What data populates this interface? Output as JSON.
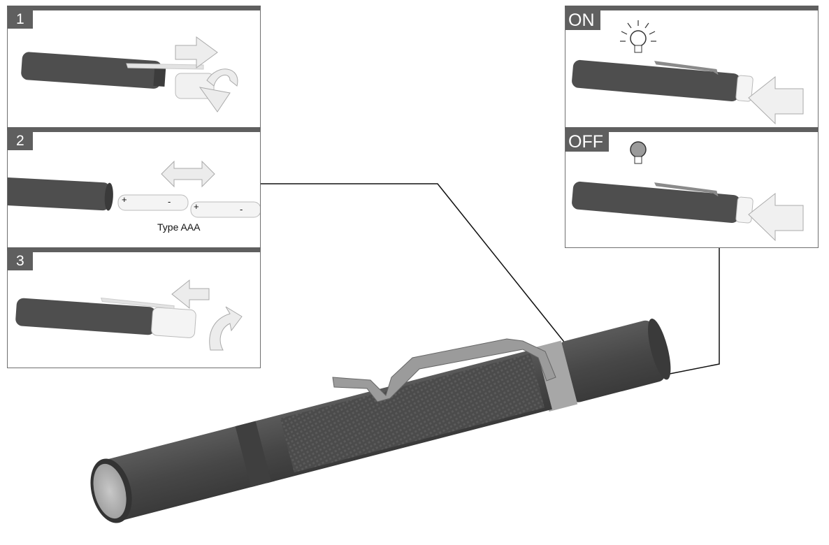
{
  "steps": [
    {
      "number": "1"
    },
    {
      "number": "2",
      "battery_label": "Type AAA",
      "plus": "+",
      "minus": "-"
    },
    {
      "number": "3"
    }
  ],
  "states": {
    "on": {
      "label": "ON"
    },
    "off": {
      "label": "OFF"
    }
  },
  "icons": [
    "arrow-right-icon",
    "rotate-arrow-icon",
    "double-arrow-icon",
    "arrow-left-icon",
    "curved-arrow-icon",
    "bulb-on-icon",
    "bulb-off-icon",
    "press-arrow-icon"
  ],
  "colors": {
    "header_bar": "#5f5f5f",
    "flashlight_body": "#4a4a4a",
    "clip": "#9b9b9b"
  }
}
